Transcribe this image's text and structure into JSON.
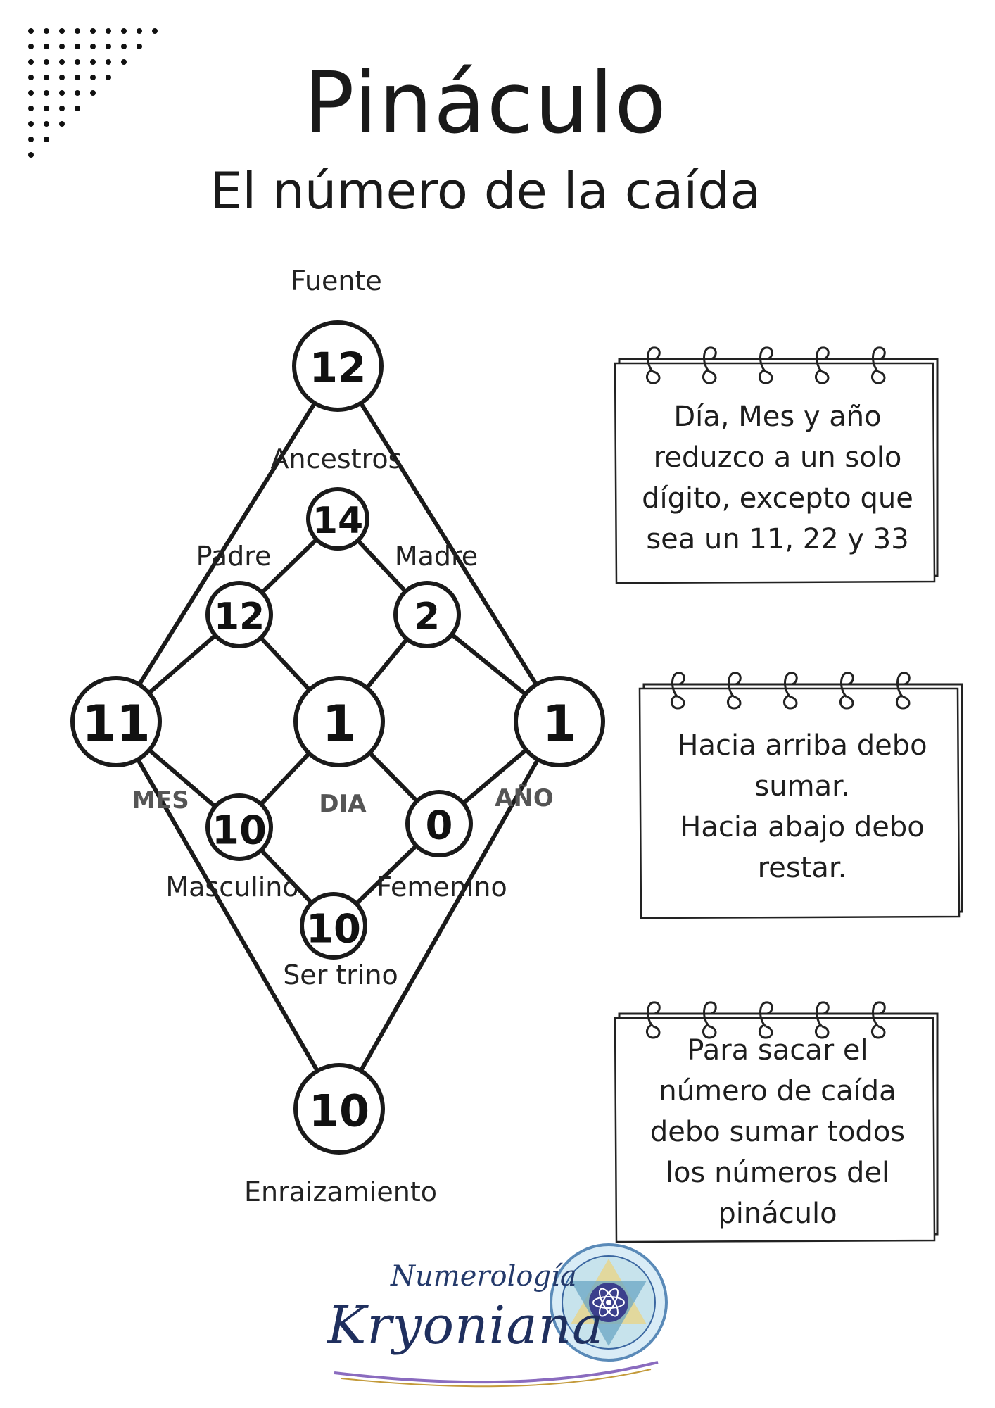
{
  "header": {
    "title": "Pináculo",
    "subtitle": "El número de la caída"
  },
  "diagram": {
    "nodes": {
      "fuente": "12",
      "ancestros": "14",
      "padre": "12",
      "madre": "2",
      "mes": "11",
      "dia": "1",
      "anio": "1",
      "masculino": "10",
      "femenino": "0",
      "ser_trino": "10",
      "enraizamiento": "10"
    },
    "labels": {
      "fuente": "Fuente",
      "ancestros": "Ancestros",
      "padre": "Padre",
      "madre": "Madre",
      "mes": "MES",
      "dia": "DIA",
      "anio": "AÑO",
      "masculino": "Masculino",
      "femenino": "Femenino",
      "ser_trino": "Ser trino",
      "enraizamiento": "Enraizamiento"
    }
  },
  "notes": [
    {
      "text": "Día, Mes y año\nreduzco a un solo\ndígito, excepto que\nsea un 11, 22 y 33"
    },
    {
      "text": "Hacia arriba debo\nsumar.\nHacia abajo debo\nrestar."
    },
    {
      "text": "Para sacar el\nnúmero de caída\ndebo sumar todos\nlos números del\npináculo"
    }
  ],
  "logo": {
    "line1": "Numerología",
    "line2": "Kryoniana"
  }
}
